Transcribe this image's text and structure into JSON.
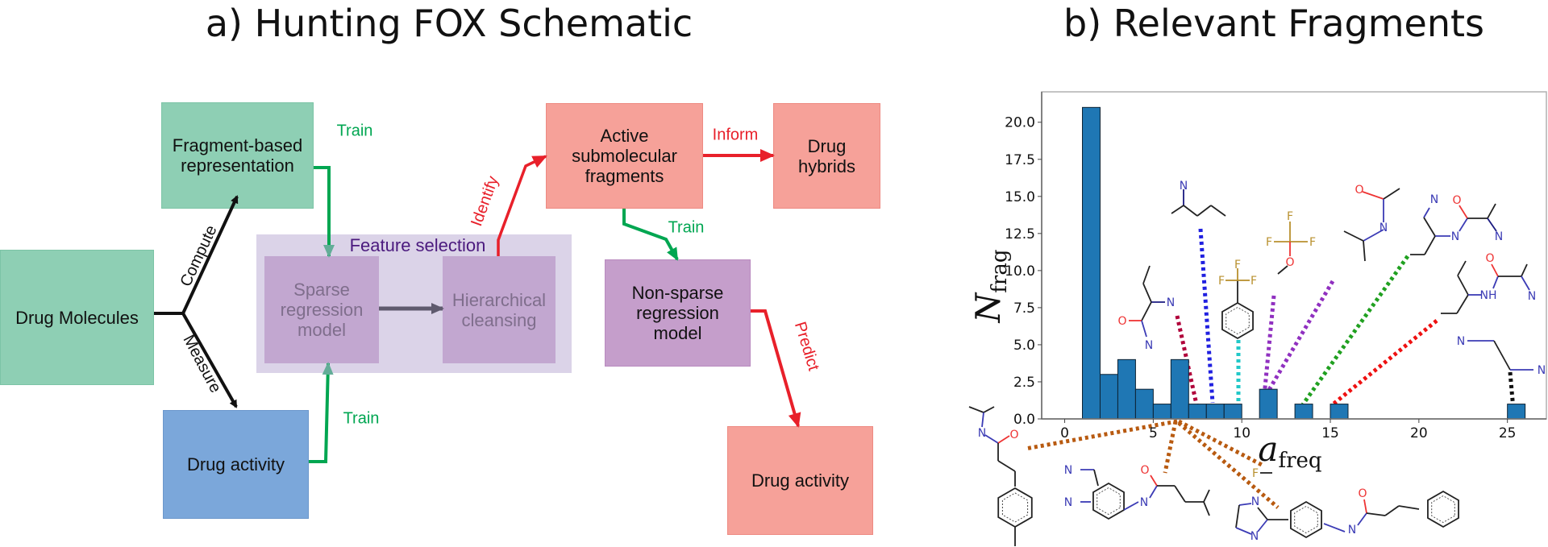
{
  "titles": {
    "schematic": "a) Hunting FOX Schematic",
    "fragments": "b) Relevant Fragments"
  },
  "diagram": {
    "boxes": {
      "drug_molecules": "Drug Molecules",
      "fragment_rep": [
        "Fragment-based",
        "representation"
      ],
      "drug_activity_input": "Drug activity",
      "feature_selection": "Feature selection",
      "sparse_model": [
        "Sparse",
        "regression",
        "model"
      ],
      "hier_cleansing": [
        "Hierarchical",
        "cleansing"
      ],
      "active_fragments": [
        "Active",
        "submolecular",
        "fragments"
      ],
      "drug_hybrids": [
        "Drug",
        "hybrids"
      ],
      "nonsparse_model": [
        "Non-sparse",
        "regression",
        "model"
      ],
      "drug_activity_output": "Drug activity"
    },
    "edges": {
      "compute": "Compute",
      "measure": "Measure",
      "train_top": "Train",
      "train_bottom": "Train",
      "identify": "Identify",
      "inform": "Inform",
      "train_right": "Train",
      "predict": "Predict"
    },
    "colors": {
      "green_box": "#8ecfb4",
      "salmon_box": "#f6a199",
      "blue_box": "#7ba7da",
      "purple_box": "#c59ecb",
      "feature_selection_bg": "#dbd3e8",
      "train_arrow": "#00a651",
      "red_arrow": "#e8202a",
      "feature_selection_text": "#4b1a7e"
    }
  },
  "chart_data": {
    "type": "bar",
    "subtype": "histogram",
    "bin_width": 1,
    "bin_starts": [
      1,
      2,
      3,
      4,
      5,
      6,
      7,
      8,
      9,
      10,
      11,
      12,
      13,
      14,
      15,
      16,
      17,
      18,
      19,
      20,
      21,
      22,
      23,
      24,
      25
    ],
    "counts": [
      21,
      3,
      4,
      2,
      1,
      4,
      1,
      1,
      1,
      0,
      2,
      0,
      1,
      0,
      1,
      0,
      0,
      0,
      0,
      0,
      0,
      0,
      0,
      0,
      1
    ],
    "xlabel": "a",
    "xlabel_sub": "freq",
    "ylabel": "N",
    "ylabel_sub": "frag",
    "xlim": [
      -1.3,
      27.2
    ],
    "ylim": [
      0,
      22.05
    ],
    "xticks": [
      "0",
      "5",
      "10",
      "15",
      "20",
      "25"
    ],
    "yticks": [
      "0.0",
      "2.5",
      "5.0",
      "7.5",
      "10.0",
      "12.5",
      "15.0",
      "17.5",
      "20.0"
    ],
    "bar_color": "#1f77b4",
    "grid": false,
    "fragment_annotations": [
      {
        "name": "aminobutanamide",
        "connector_color": "#b0003a",
        "atoms": [
          "O",
          "N",
          "N"
        ]
      },
      {
        "name": "aminopentane",
        "connector_color": "#2020e0",
        "atoms": [
          "N"
        ]
      },
      {
        "name": "trifluoromethylbenzene",
        "connector_color": "#22c8c8",
        "atoms": [
          "F",
          "F",
          "F"
        ]
      },
      {
        "name": "trifluoromethoxy",
        "connector_color": "#9030c0",
        "atoms": [
          "F",
          "F",
          "F",
          "O"
        ]
      },
      {
        "name": "isopropylacetamide",
        "connector_color": "#9030c0",
        "atoms": [
          "O",
          "N"
        ]
      },
      {
        "name": "alanine-amide-a",
        "connector_color": "#20a020",
        "atoms": [
          "N",
          "O",
          "N",
          "N"
        ]
      },
      {
        "name": "alanine-amide-b",
        "connector_color": "#ee1111",
        "atoms": [
          "O",
          "NH",
          "N"
        ]
      },
      {
        "name": "diamine",
        "connector_color": "#111111",
        "atoms": [
          "N",
          "N"
        ]
      },
      {
        "name": "low-frequency-fragments",
        "connector_color": "#b85a10",
        "atoms": [
          "N",
          "O",
          "N",
          "N",
          "N",
          "O",
          "F",
          "N",
          "N",
          "N",
          "O"
        ]
      }
    ]
  }
}
